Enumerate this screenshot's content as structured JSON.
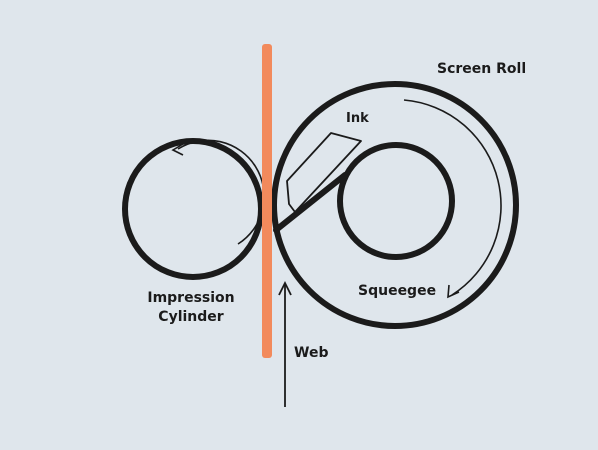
{
  "labels": {
    "screen_roll": "Screen Roll",
    "ink": "Ink",
    "squeegee": "Squeegee",
    "impression_line1": "Impression",
    "impression_line2": "Cylinder",
    "web": "Web"
  },
  "colors": {
    "background": "#dfe6ec",
    "stroke": "#1b1b1b",
    "web": "#f28a5c"
  }
}
